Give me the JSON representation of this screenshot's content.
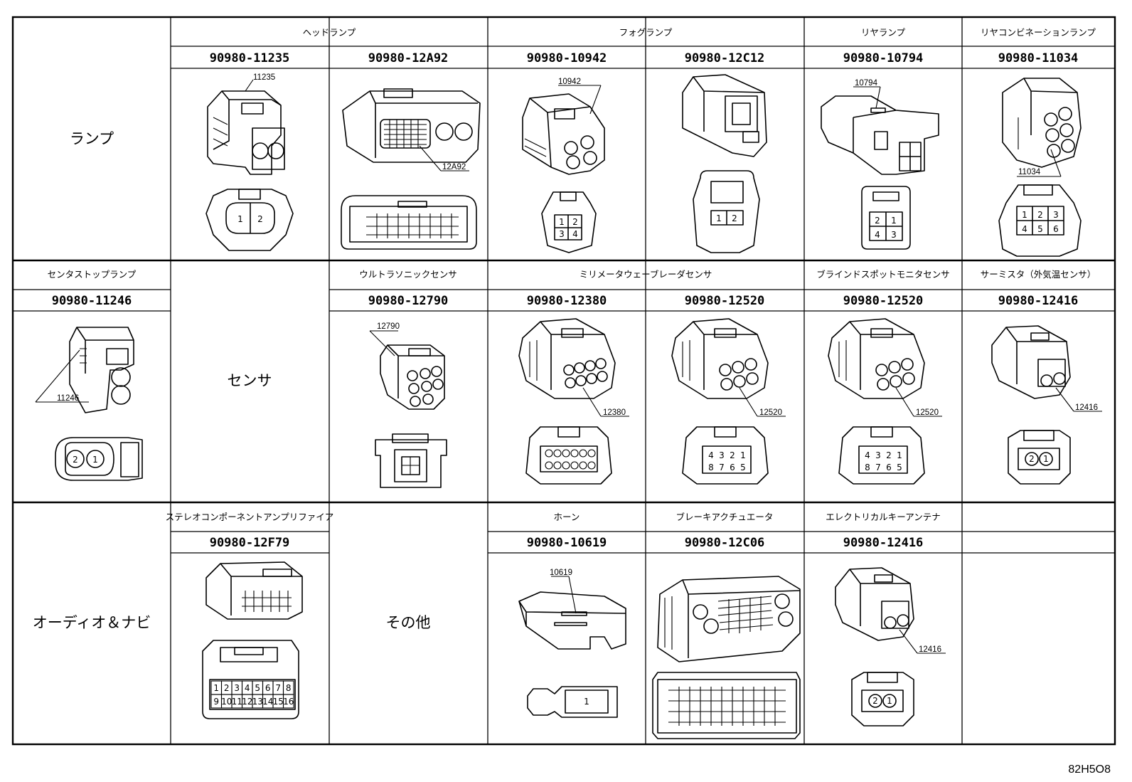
{
  "figure_code": "82H5O8",
  "categories": {
    "lamp": "ランプ",
    "sensor": "センサ",
    "audio": "オーディオ＆ナビ",
    "other": "その他"
  },
  "row1": {
    "groups": {
      "headlamp": "ヘッドランプ",
      "foglamp": "フォグランプ",
      "rearlamp": "リヤランプ",
      "rearcombo": "リヤコンビネーションランプ"
    },
    "parts": [
      {
        "pn": "90980-11235",
        "code": "11235",
        "pins": [
          "1",
          "2"
        ]
      },
      {
        "pn": "90980-12A92",
        "code": "12A92",
        "pins": []
      },
      {
        "pn": "90980-10942",
        "code": "10942",
        "pins": [
          "1",
          "2",
          "3",
          "4"
        ]
      },
      {
        "pn": "90980-12C12",
        "code": "",
        "pins": [
          "1",
          "2"
        ]
      },
      {
        "pn": "90980-10794",
        "code": "10794",
        "pins": [
          "2",
          "1",
          "4",
          "3"
        ]
      },
      {
        "pn": "90980-11034",
        "code": "11034",
        "pins": [
          "1",
          "2",
          "3",
          "4",
          "5",
          "6"
        ]
      }
    ]
  },
  "row2": {
    "groups": {
      "centerstop": "センタストップランプ",
      "ultrasonic": "ウルトラソニックセンサ",
      "mmwave": "ミリメータウェーブレーダセンサ",
      "blindspot": "ブラインドスポットモニタセンサ",
      "thermistor": "サーミスタ（外気温センサ）"
    },
    "parts": [
      {
        "pn": "90980-11246",
        "code": "11246",
        "pins": [
          "2",
          "1"
        ]
      },
      {
        "pn": "90980-12790",
        "code": "12790",
        "pins": []
      },
      {
        "pn": "90980-12380",
        "code": "12380",
        "pins": []
      },
      {
        "pn": "90980-12520",
        "code": "12520",
        "pins": [
          "4",
          "3",
          "2",
          "1",
          "8",
          "7",
          "6",
          "5"
        ]
      },
      {
        "pn": "90980-12520",
        "code": "12520",
        "pins": [
          "4",
          "3",
          "2",
          "1",
          "8",
          "7",
          "6",
          "5"
        ]
      },
      {
        "pn": "90980-12416",
        "code": "12416",
        "pins": [
          "2",
          "1"
        ]
      }
    ]
  },
  "row3": {
    "groups": {
      "stereo": "ステレオコンポーネントアンプリファイア",
      "horn": "ホーン",
      "brake": "ブレーキアクチュエータ",
      "antenna": "エレクトリカルキーアンテナ"
    },
    "parts": [
      {
        "pn": "90980-12F79",
        "code": "",
        "pins": [
          "1",
          "2",
          "3",
          "4",
          "5",
          "6",
          "7",
          "8",
          "9",
          "10",
          "11",
          "12",
          "13",
          "14",
          "15",
          "16"
        ]
      },
      {
        "pn": "90980-10619",
        "code": "10619",
        "pins": [
          "1"
        ]
      },
      {
        "pn": "90980-12C06",
        "code": "",
        "pins": []
      },
      {
        "pn": "90980-12416",
        "code": "12416",
        "pins": [
          "2",
          "1"
        ]
      }
    ]
  }
}
